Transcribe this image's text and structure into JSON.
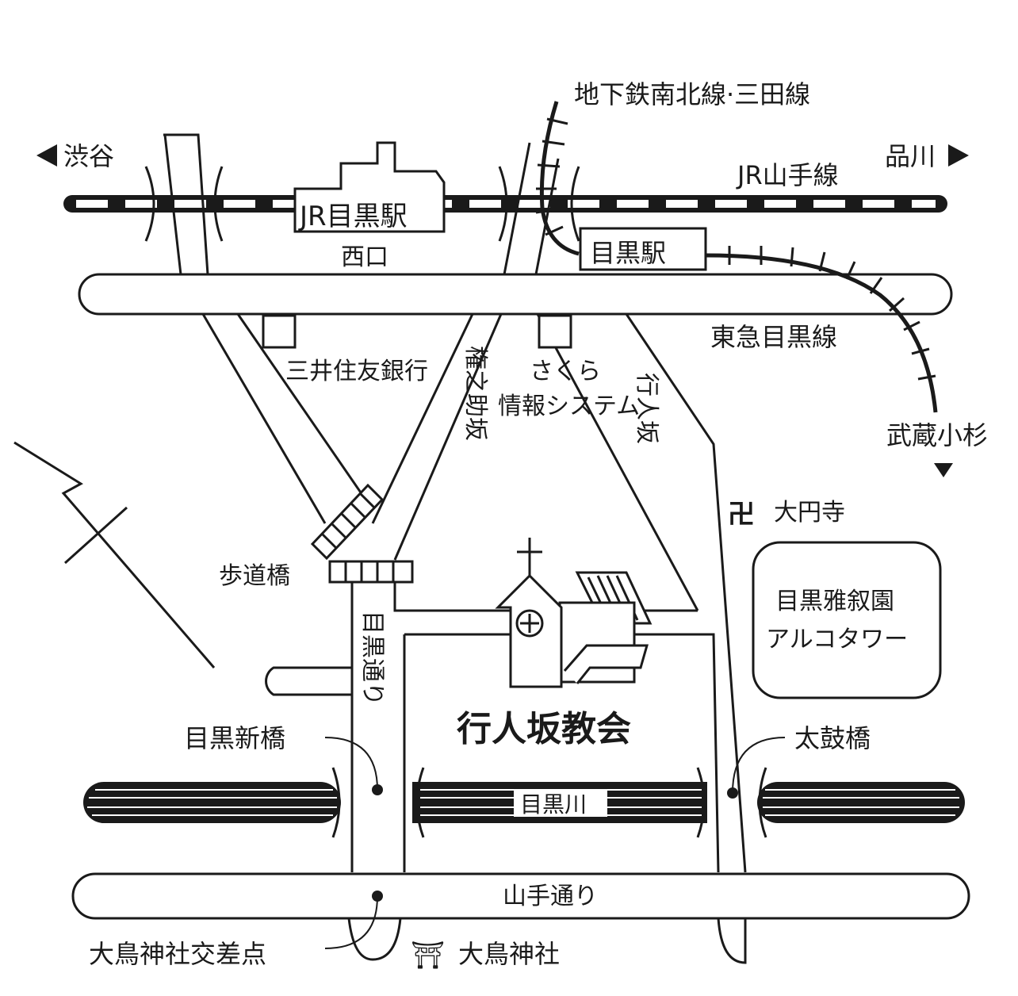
{
  "destinations": {
    "shibuya": "渋谷",
    "shinagawa": "品川",
    "musashi_kosugi": "武蔵小杉"
  },
  "railways": {
    "jr_yamanote": "JR山手線",
    "subway": "地下鉄南北線·三田線",
    "tokyu_meguro": "東急目黒線"
  },
  "stations": {
    "jr_meguro": "JR目黒駅",
    "west_exit": "西口",
    "meguro": "目黒駅"
  },
  "landmarks": {
    "bank": "三井住友銀行",
    "sakura_line1": "さくら",
    "sakura_line2": "情報システム",
    "daienji": "大円寺",
    "gajoen_line1": "目黒雅叙園",
    "gajoen_line2": "アルコタワー",
    "church": "行人坂教会",
    "otori_jinja": "大鳥神社"
  },
  "streets": {
    "gonnosuke_zaka": "権之助坂",
    "gyoninzaka": "行人坂",
    "meguro_dori": "目黒通り",
    "yamate_dori": "山手通り",
    "meguro_river": "目黒川"
  },
  "bridges": {
    "hodokyo": "歩道橋",
    "meguro_shinbashi": "目黒新橋",
    "taikobashi": "太鼓橋"
  },
  "intersections": {
    "otori_crossing": "大鳥神社交差点"
  },
  "symbols": {
    "temple": "卍",
    "shrine": "⛩",
    "north_arrow": "north-arrow-icon"
  },
  "colors": {
    "ink": "#1a1a1a",
    "paper": "#ffffff"
  }
}
